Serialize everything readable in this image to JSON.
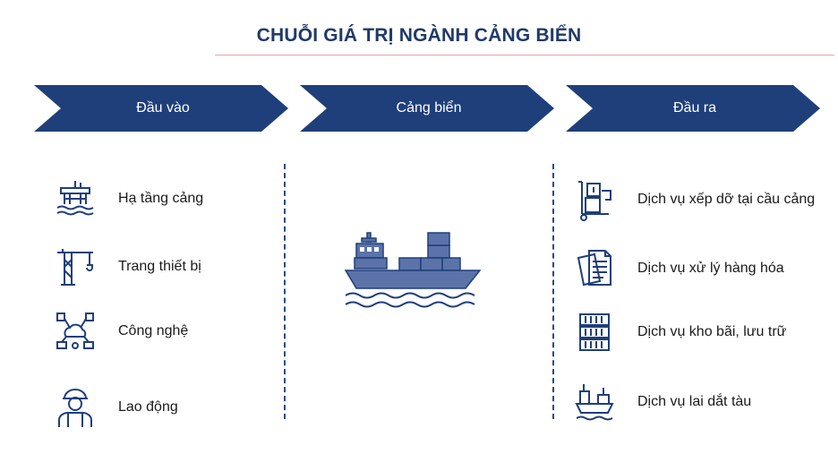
{
  "title": "CHUỖI GIÁ TRỊ NGÀNH CẢNG BIỂN",
  "colors": {
    "primary": "#1f3f7a",
    "accent_line": "#e7a3aa",
    "ship": "#5b73a8"
  },
  "columns": [
    {
      "header": "Đầu vào"
    },
    {
      "header": "Cảng biển"
    },
    {
      "header": "Đầu ra"
    }
  ],
  "inputs": [
    {
      "label": "Hạ tầng cảng",
      "icon": "oil-rig-icon"
    },
    {
      "label": "Trang thiết bị",
      "icon": "crane-icon"
    },
    {
      "label": "Công nghệ",
      "icon": "cloud-network-icon"
    },
    {
      "label": "Lao động",
      "icon": "worker-icon"
    }
  ],
  "center": {
    "icon": "cargo-ship-icon"
  },
  "outputs": [
    {
      "label": "Dịch vụ xếp dỡ tại cầu cảng",
      "icon": "hand-truck-icon"
    },
    {
      "label": "Dịch vụ xử lý hàng hóa",
      "icon": "documents-icon"
    },
    {
      "label": "Dịch vụ kho bãi, lưu trữ",
      "icon": "container-stack-icon"
    },
    {
      "label": "Dịch vụ lai dắt tàu",
      "icon": "tugboat-icon"
    }
  ]
}
